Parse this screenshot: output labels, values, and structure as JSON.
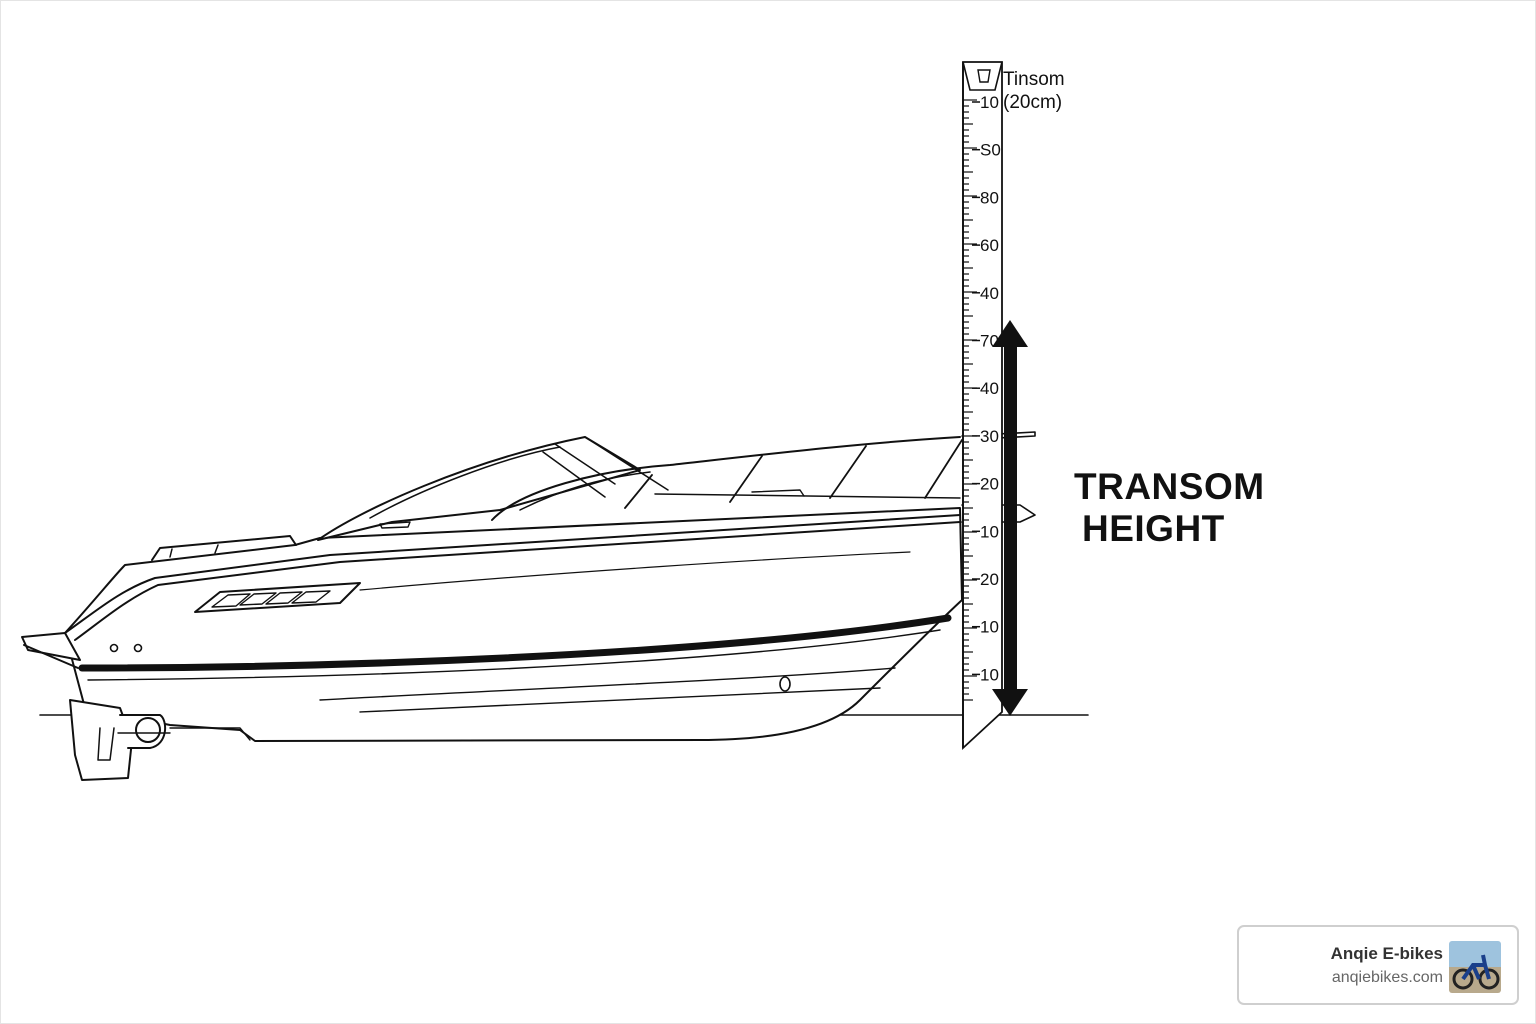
{
  "diagram": {
    "title_line1": "TRANSOM",
    "title_line2": "HEIGHT",
    "ruler_label_line1": "Tinsom",
    "ruler_label_line2": "(20cm)",
    "ruler_ticks": [
      "10",
      "S0",
      "80",
      "60",
      "40",
      "70",
      "40",
      "30",
      "20",
      "10",
      "20",
      "10",
      "10"
    ]
  },
  "attribution": {
    "name": "Anqie E-bikes",
    "url": "anqiebikes.com"
  },
  "colors": {
    "line": "#111111",
    "background": "#ffffff",
    "card_border": "#cfcfcf"
  }
}
